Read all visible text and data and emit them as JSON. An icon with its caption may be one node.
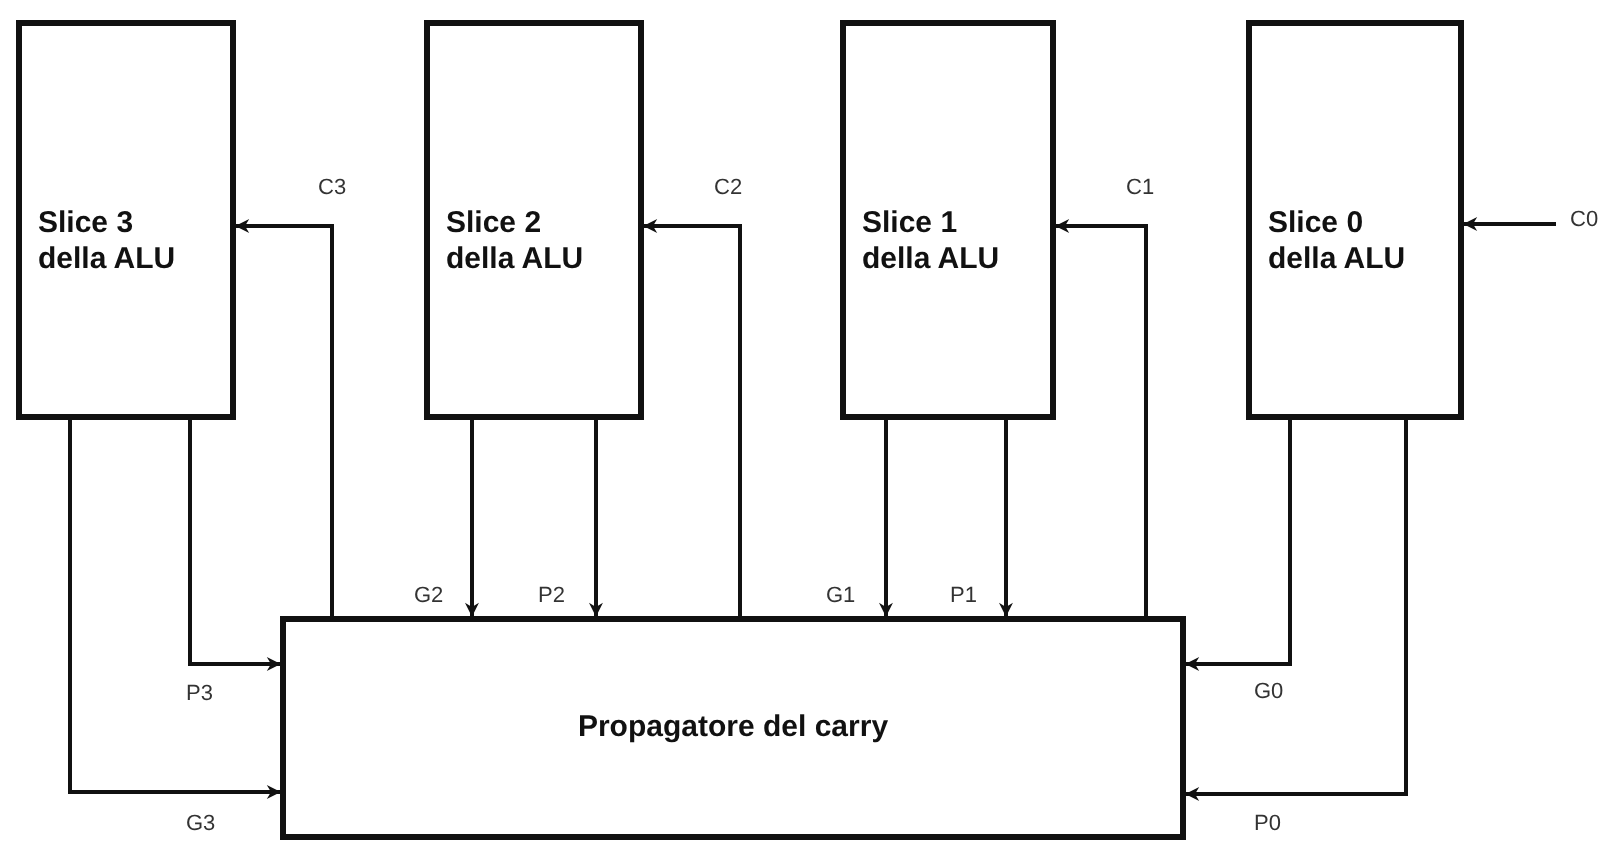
{
  "diagram": {
    "nodes": [
      {
        "text": [
          "Slice 3 della ALU"
        ]
      },
      {
        "text": [
          "Slice 2 della ALU"
        ]
      },
      {
        "text": [
          "Slice 1 della ALU"
        ]
      },
      {
        "text": [
          "Slice 0 della ALU"
        ]
      },
      {
        "text": [
          "Propagatore del carry"
        ]
      }
    ],
    "edges": [
      {
        "from": 4,
        "to": 0,
        "arrow": "to",
        "label": "C3"
      },
      {
        "from": 4,
        "to": 1,
        "arrow": "to",
        "label": "C2"
      },
      {
        "from": 4,
        "to": 2,
        "arrow": "to",
        "label": "C1"
      },
      {
        "from": null,
        "to": 3,
        "arrow": "to",
        "label": "C0"
      },
      {
        "from": 1,
        "to": 4,
        "arrow": "to",
        "label": "G2"
      },
      {
        "from": 1,
        "to": 4,
        "arrow": "to",
        "label": "P2"
      },
      {
        "from": 2,
        "to": 4,
        "arrow": "to",
        "label": "G1"
      },
      {
        "from": 2,
        "to": 4,
        "arrow": "to",
        "label": "P1"
      },
      {
        "from": 0,
        "to": 4,
        "arrow": "to",
        "label": "P3"
      },
      {
        "from": 0,
        "to": 4,
        "arrow": "to",
        "label": "G3"
      },
      {
        "from": 3,
        "to": 4,
        "arrow": "to",
        "label": "G0"
      },
      {
        "from": 3,
        "to": 4,
        "arrow": "to",
        "label": "P0"
      }
    ]
  }
}
